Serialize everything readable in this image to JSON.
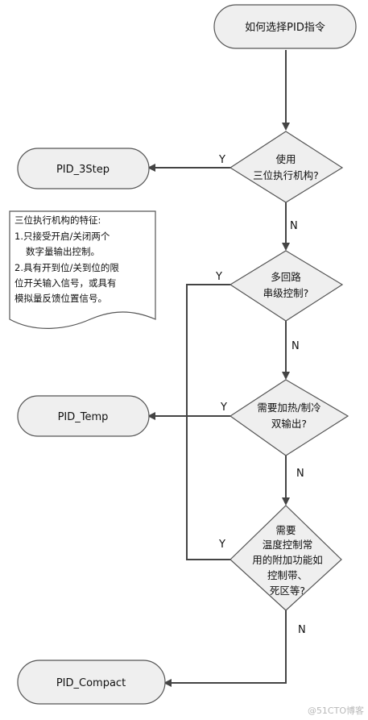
{
  "title": "如何选择PID指令",
  "terminals": {
    "step": "PID_3Step",
    "temp": "PID_Temp",
    "compact": "PID_Compact"
  },
  "decisions": {
    "d1": [
      "使用",
      "三位执行机构?"
    ],
    "d2": [
      "多回路",
      "串级控制?"
    ],
    "d3": [
      "需要加热/制冷",
      "双输出?"
    ],
    "d4": [
      "需要",
      "温度控制常",
      "用的附加功能如",
      "控制带、",
      "死区等?"
    ]
  },
  "note": [
    "三位执行机构的特征:",
    "1.只接受开启/关闭两个",
    "数字量输出控制。",
    "2.具有开到位/关到位的限",
    "位开关输入信号，或具有",
    "模拟量反馈位置信号。"
  ],
  "labels": {
    "yes": "Y",
    "no": "N"
  },
  "watermark": "@51CTO博客",
  "colors": {
    "fill": "#efefef",
    "stroke": "#555555",
    "arrow": "#444444"
  }
}
